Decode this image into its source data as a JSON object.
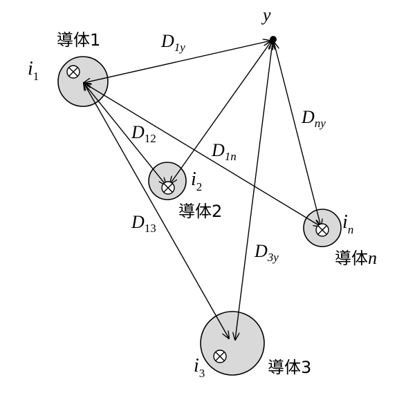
{
  "point": {
    "name": "y"
  },
  "conductors": [
    {
      "id": "1",
      "label_prefix": "導体",
      "label_suffix": "1",
      "label_italic": false,
      "current_base": "i",
      "current_sub": "1"
    },
    {
      "id": "2",
      "label_prefix": "導体",
      "label_suffix": "2",
      "label_italic": false,
      "current_base": "i",
      "current_sub": "2"
    },
    {
      "id": "n",
      "label_prefix": "導体",
      "label_suffix": "n",
      "label_italic": true,
      "current_base": "i",
      "current_sub": "n"
    },
    {
      "id": "3",
      "label_prefix": "導体",
      "label_suffix": "3",
      "label_italic": false,
      "current_base": "i",
      "current_sub": "3"
    }
  ],
  "distances": [
    {
      "id": "1y",
      "base": "D",
      "sub": "1y"
    },
    {
      "id": "12",
      "base": "D",
      "sub": "12"
    },
    {
      "id": "1n",
      "base": "D",
      "sub": "1n"
    },
    {
      "id": "13",
      "base": "D",
      "sub": "13"
    },
    {
      "id": "3y",
      "base": "D",
      "sub": "3y"
    },
    {
      "id": "ny",
      "base": "D",
      "sub": "ny"
    }
  ],
  "colors": {
    "conductor_fill": "#d9d9d9",
    "stroke": "#000000"
  },
  "icons": {
    "current_into_page": "circle-cross-icon"
  }
}
